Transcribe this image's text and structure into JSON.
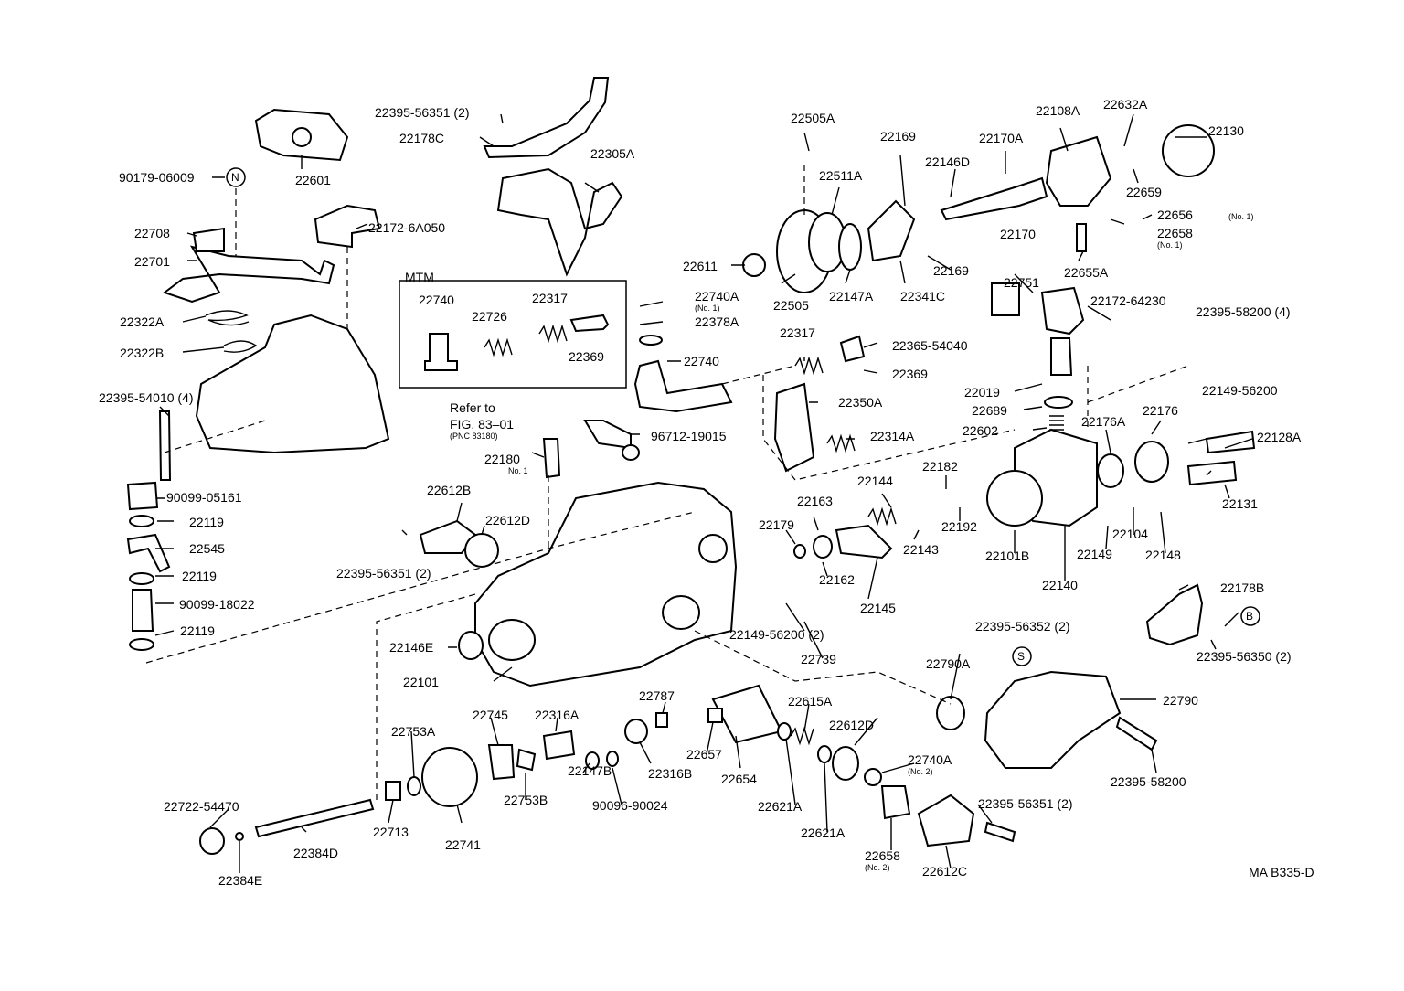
{
  "labels": {
    "l_90179": "90179-06009",
    "l_22601": "22601",
    "l_22708": "22708",
    "l_22701": "22701",
    "l_22322A": "22322A",
    "l_22322B": "22322B",
    "l_22395_54010": "22395-54010 (4)",
    "l_22172_6A050": "22172-6A050",
    "l_90099_05161": "90099-05161",
    "l_22119a": "22119",
    "l_22545": "22545",
    "l_22119b": "22119",
    "l_90099_18022": "90099-18022",
    "l_22119c": "22119",
    "l_22395_56351_top": "22395-56351 (2)",
    "l_22178C": "22178C",
    "l_22305A": "22305A",
    "l_mtm": "MTM",
    "l_mtm_22740": "22740",
    "l_mtm_22317": "22317",
    "l_mtm_22726": "22726",
    "l_mtm_22369": "22369",
    "l_22740A_no1": "22740A",
    "l_22378A": "22378A",
    "l_22740": "22740",
    "l_refer1": "Refer to",
    "l_refer2": "FIG. 83–01",
    "l_96712": "96712-19015",
    "l_22180": "22180",
    "l_22612B": "22612B",
    "l_22612D_left": "22612D",
    "l_22395_56351_left": "22395-56351 (2)",
    "l_22505A": "22505A",
    "l_22511A": "22511A",
    "l_22169a": "22169",
    "l_22170A": "22170A",
    "l_22146D": "22146D",
    "l_22108A": "22108A",
    "l_22632A": "22632A",
    "l_22130": "22130",
    "l_22659": "22659",
    "l_22170": "22170",
    "l_22656": "22656",
    "l_22658_no1": "22658",
    "l_22169b": "22169",
    "l_22655A": "22655A",
    "l_22611": "22611",
    "l_22505": "22505",
    "l_22147A": "22147A",
    "l_22341C": "22341C",
    "l_22751": "22751",
    "l_22172_64230": "22172-64230",
    "l_22395_58200_4": "22395-58200 (4)",
    "l_22317": "22317",
    "l_22365": "22365-54040",
    "l_22369": "22369",
    "l_22019": "22019",
    "l_22689": "22689",
    "l_22602": "22602",
    "l_22350A": "22350A",
    "l_22314A": "22314A",
    "l_22176A": "22176A",
    "l_22176": "22176",
    "l_22149_56200_r": "22149-56200",
    "l_22128A": "22128A",
    "l_22144": "22144",
    "l_22182": "22182",
    "l_22163": "22163",
    "l_22192": "22192",
    "l_22179": "22179",
    "l_22143": "22143",
    "l_22162": "22162",
    "l_22145": "22145",
    "l_22101B": "22101B",
    "l_22140": "22140",
    "l_22149": "22149",
    "l_22104": "22104",
    "l_22148": "22148",
    "l_22131": "22131",
    "l_22178B": "22178B",
    "l_22395_56352": "22395-56352 (2)",
    "l_22395_56350": "22395-56350 (2)",
    "l_22149_56200_c": "22149-56200 (2)",
    "l_22739": "22739",
    "l_22146E": "22146E",
    "l_22101": "22101",
    "l_22790A": "22790A",
    "l_22790": "22790",
    "l_22395_58200": "22395-58200",
    "l_22787": "22787",
    "l_22615A": "22615A",
    "l_22745": "22745",
    "l_22316A": "22316A",
    "l_22753A": "22753A",
    "l_22612D_b": "22612D",
    "l_22740A_no2": "22740A",
    "l_22657": "22657",
    "l_22654": "22654",
    "l_22147B": "22147B",
    "l_22316B": "22316B",
    "l_22753B": "22753B",
    "l_90096": "90096-90024",
    "l_22621A_a": "22621A",
    "l_22621A_b": "22621A",
    "l_22658_no2": "22658",
    "l_22612C": "22612C",
    "l_22395_56351_br": "22395-56351 (2)",
    "l_22722": "22722-54470",
    "l_22384D": "22384D",
    "l_22713": "22713",
    "l_22741": "22741",
    "l_22384E": "22384E",
    "l_code": "MA B335-D",
    "sym_N": "N",
    "sym_S": "S",
    "sym_B": "B"
  },
  "sublabels": {
    "s_no1_a": "(No. 1)",
    "s_pnc": "(PNC 83180)",
    "s_no1_b": "No. 1",
    "s_no1_c": "(No. 1)",
    "s_no1_d": "(No. 1)",
    "s_no2_a": "(No. 2)",
    "s_no2_b": "(No. 2)"
  }
}
